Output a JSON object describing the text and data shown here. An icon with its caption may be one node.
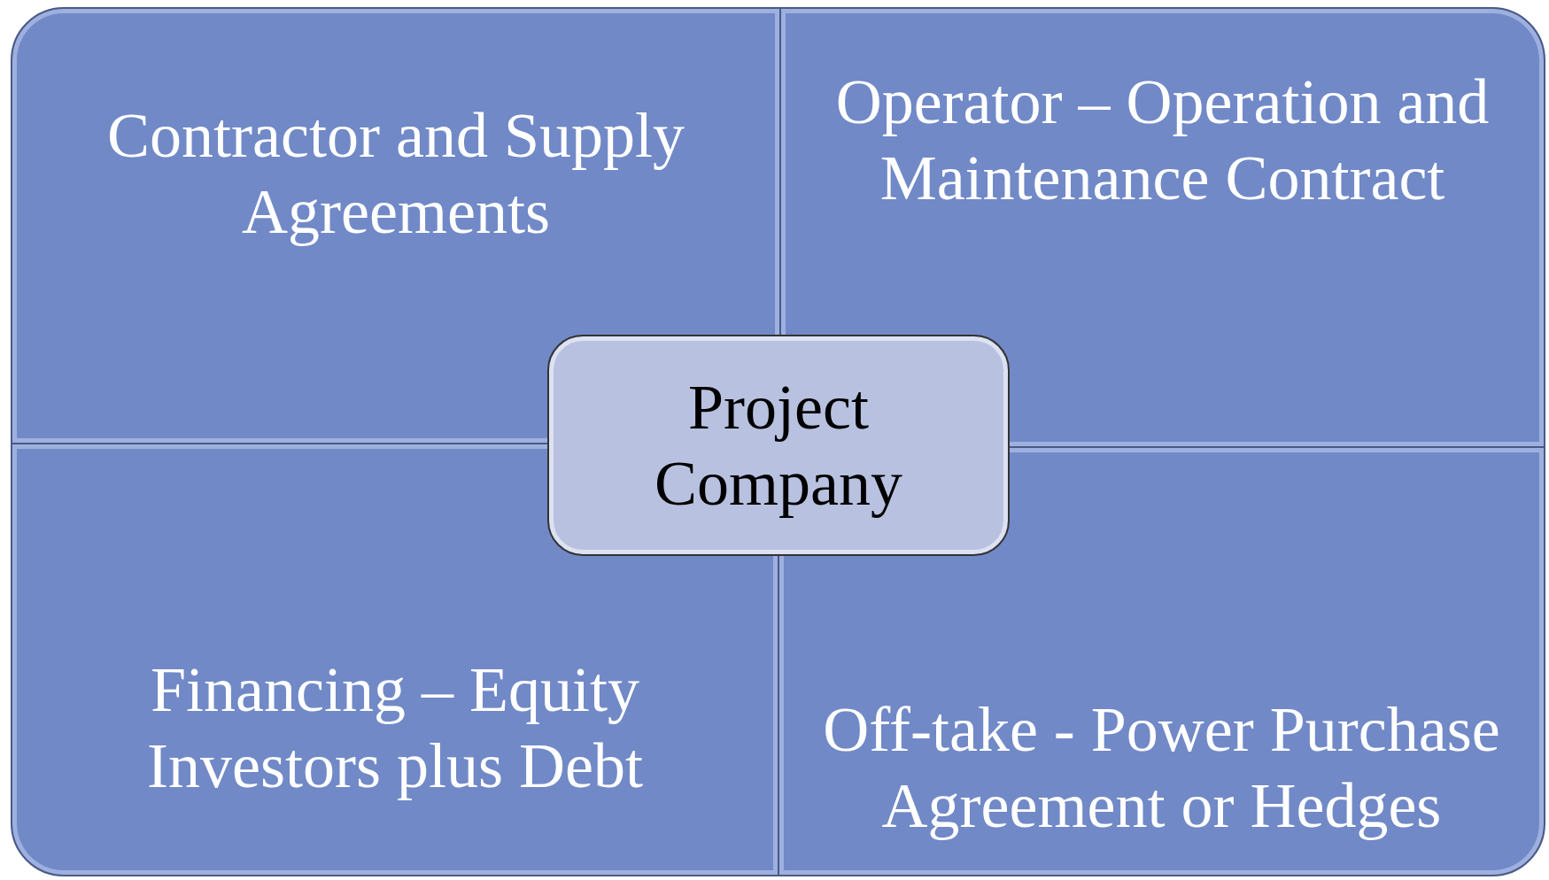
{
  "diagram": {
    "nodes": [
      {
        "text": [
          "Contractor and Supply Agreements"
        ]
      },
      {
        "text": [
          "Operator – Operation and Maintenance Contract"
        ]
      },
      {
        "text": [
          "Project Company"
        ]
      },
      {
        "text": [
          "Financing – Equity Investors plus Debt"
        ]
      },
      {
        "text": [
          "Off-take - Power Purchase Agreement or Hedges"
        ]
      }
    ],
    "edges": []
  }
}
